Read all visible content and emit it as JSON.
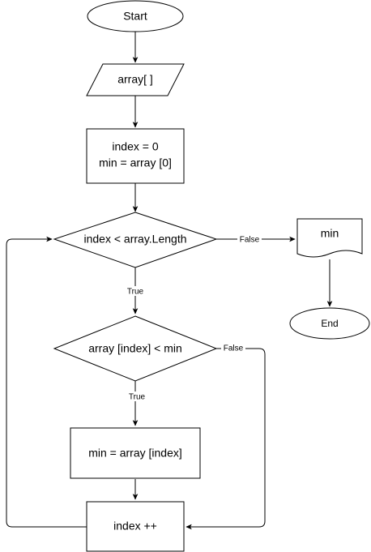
{
  "diagram": {
    "nodes": {
      "start": {
        "line1": "Start"
      },
      "input": {
        "line1": "array[ ]"
      },
      "init": {
        "line1": "index = 0",
        "line2": "min = array [0]"
      },
      "loop_check": {
        "line1": "index < array.Length"
      },
      "compare": {
        "line1": "array [index] < min"
      },
      "assign": {
        "line1": "min = array [index]"
      },
      "increment": {
        "line1": "index ++"
      },
      "output": {
        "line1": "min"
      },
      "end": {
        "line1": "End"
      }
    },
    "edges": {
      "loop_true": "True",
      "loop_false": "False",
      "compare_true": "True",
      "compare_false": "False"
    },
    "colors": {
      "stroke": "#000000",
      "fill": "#ffffff",
      "text": "#000000"
    }
  }
}
